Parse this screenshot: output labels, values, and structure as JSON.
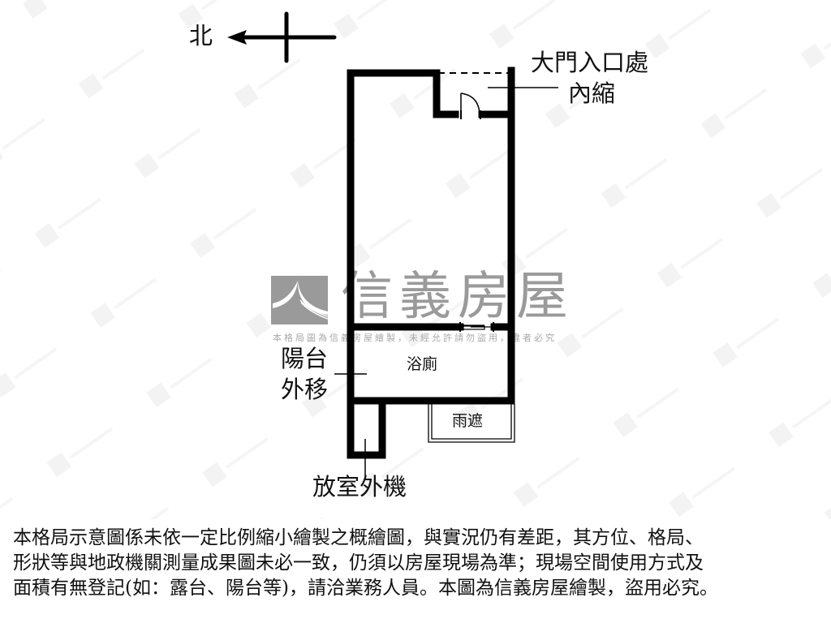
{
  "compass": {
    "north_label": "北",
    "arrow_direction": "left"
  },
  "labels": {
    "entrance_line1": "大門入口處",
    "entrance_line2": "內縮",
    "balcony_line1": "陽台",
    "balcony_line2": "外移",
    "bathroom": "浴廁",
    "canopy": "雨遮",
    "ac_unit": "放室外機"
  },
  "watermark": {
    "brand": "信義房屋",
    "notice": "本格局圖為信義房屋繪製，未經允許請勿盜用，違者必究",
    "logo_color": "#9a9a9a"
  },
  "disclaimer": {
    "lines": [
      "本格局示意圖係未依一定比例縮小繪製之概繪圖，與實況仍有差距，其方位、格局、",
      "形狀等與地政機關測量成果圖未必一致，仍須以房屋現場為準；現場空間使用方式及",
      "面積有無登記(如：露台、陽台等)，請洽業務人員。本圖為信義房屋繪製，盜用必究。"
    ]
  },
  "colors": {
    "wall": "#000000",
    "background": "#ffffff",
    "watermark": "#9a9a9a"
  }
}
